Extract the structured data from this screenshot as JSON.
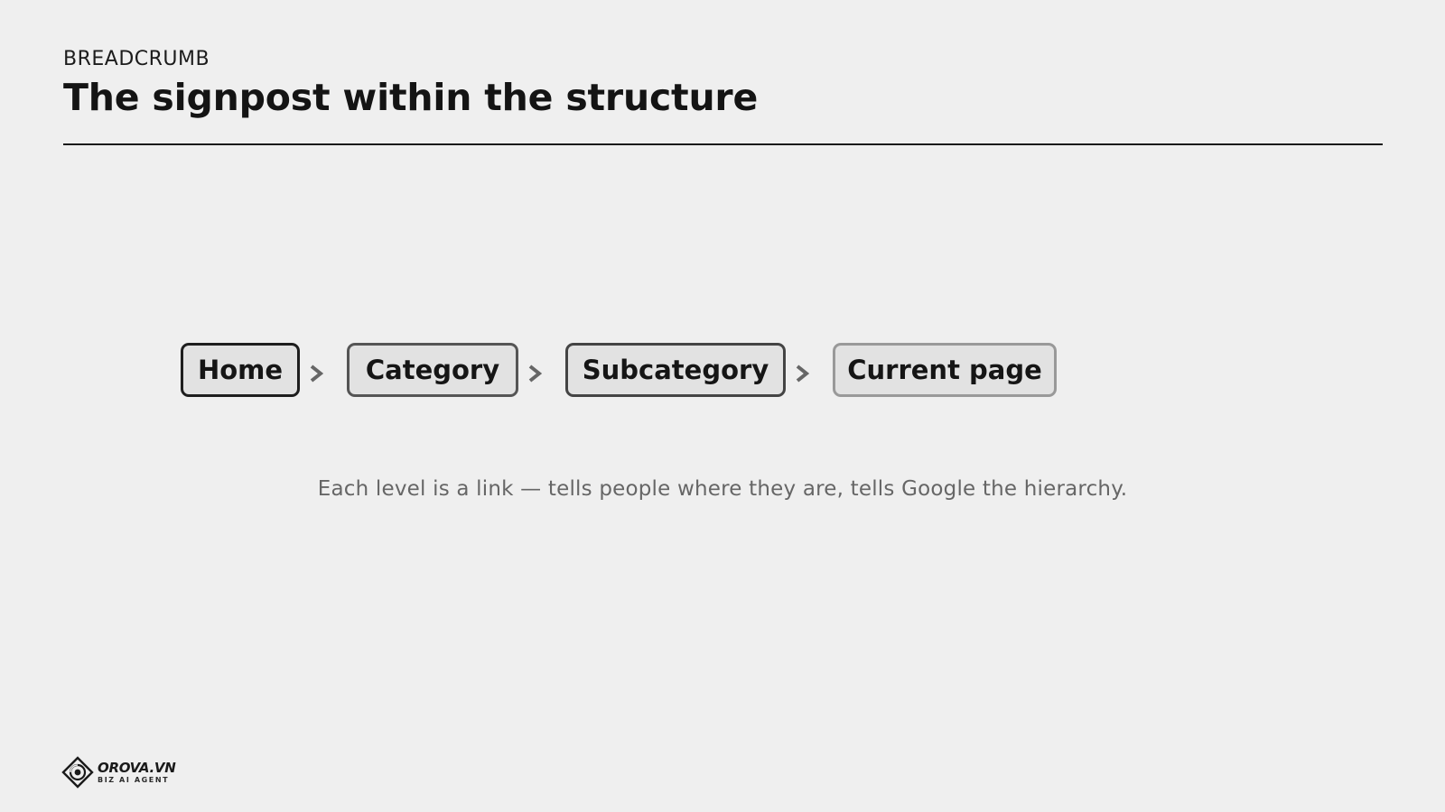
{
  "header": {
    "eyebrow": "BREADCRUMB",
    "title": "The signpost within the structure"
  },
  "breadcrumb": {
    "items": [
      {
        "label": "Home"
      },
      {
        "label": "Category"
      },
      {
        "label": "Subcategory"
      },
      {
        "label": "Current page"
      }
    ],
    "separator_icon": "chevron-right-icon"
  },
  "caption": "Each level is a link — tells people where they are, tells Google the hierarchy.",
  "logo": {
    "name": "OROVA.VN",
    "tagline": "BIZ AI AGENT"
  },
  "colors": {
    "background": "#efefef",
    "text": "#151515",
    "chip_fill": "#e2e2e2",
    "caption": "#666666"
  }
}
